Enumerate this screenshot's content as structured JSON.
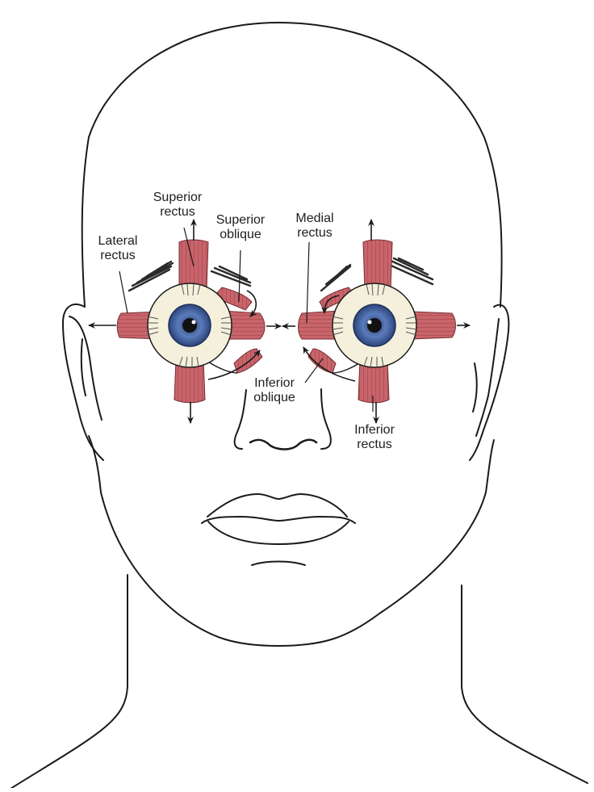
{
  "diagram": {
    "subject": "Extraocular muscles and their actions (frontal view of head)",
    "colors": {
      "outline": "#1a1a1a",
      "muscle": "#c8646a",
      "muscle_dark": "#8e3a40",
      "sclera": "#f4f0dc",
      "iris": "#4a6aa8",
      "pupil": "#111111",
      "background": "#ffffff"
    },
    "labels": {
      "superior_rectus": {
        "line1": "Superior",
        "line2": "rectus"
      },
      "superior_oblique": {
        "line1": "Superior",
        "line2": "oblique"
      },
      "lateral_rectus": {
        "line1": "Lateral",
        "line2": "rectus"
      },
      "medial_rectus": {
        "line1": "Medial",
        "line2": "rectus"
      },
      "inferior_oblique": {
        "line1": "Inferior",
        "line2": "oblique"
      },
      "inferior_rectus": {
        "line1": "Inferior",
        "line2": "rectus"
      }
    },
    "arrows": [
      {
        "muscle": "superior_rectus",
        "eye": "right",
        "direction": "up"
      },
      {
        "muscle": "inferior_rectus",
        "eye": "right",
        "direction": "down"
      },
      {
        "muscle": "lateral_rectus",
        "eye": "right",
        "direction": "left"
      },
      {
        "muscle": "medial_rectus",
        "eye": "right",
        "direction": "right"
      },
      {
        "muscle": "superior_oblique",
        "eye": "right",
        "direction": "curved-down"
      },
      {
        "muscle": "inferior_oblique",
        "eye": "right",
        "direction": "curved-up"
      },
      {
        "muscle": "superior_rectus",
        "eye": "left",
        "direction": "up"
      },
      {
        "muscle": "inferior_rectus",
        "eye": "left",
        "direction": "down"
      },
      {
        "muscle": "lateral_rectus",
        "eye": "left",
        "direction": "right"
      },
      {
        "muscle": "medial_rectus",
        "eye": "left",
        "direction": "left"
      },
      {
        "muscle": "superior_oblique",
        "eye": "left",
        "direction": "curved-down"
      },
      {
        "muscle": "inferior_oblique",
        "eye": "left",
        "direction": "curved-up"
      }
    ]
  }
}
